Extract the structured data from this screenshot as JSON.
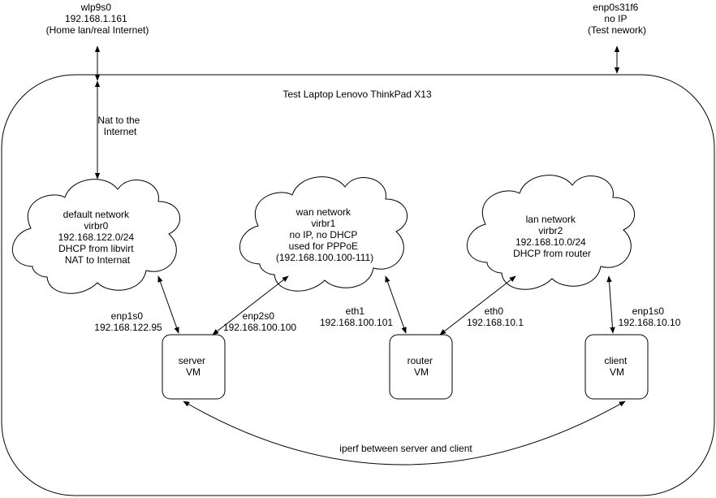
{
  "colors": {
    "stroke": "#000000",
    "fill": "#ffffff",
    "text": "#000000"
  },
  "interfaces_top": {
    "wlp9s0": {
      "lines": [
        "wlp9s0",
        "192.168.1.161",
        "(Home lan/real Internet)"
      ]
    },
    "enp0s31f6": {
      "lines": [
        "enp0s31f6",
        "no IP",
        "(Test nework)"
      ]
    }
  },
  "laptop": {
    "title": "Test Laptop Lenovo ThinkPad X13"
  },
  "nat_label": {
    "lines": [
      "Nat to the",
      "Internet"
    ]
  },
  "clouds": {
    "default": {
      "lines": [
        "default network",
        "virbr0",
        "192.168.122.0/24",
        "DHCP from libvirt",
        "NAT to Internat"
      ]
    },
    "wan": {
      "lines": [
        "wan network",
        "virbr1",
        "no IP, no DHCP",
        "used for PPPoE",
        "(192.168.100.100-111)"
      ]
    },
    "lan": {
      "lines": [
        "lan network",
        "virbr2",
        "192.168.10.0/24",
        "DHCP from router"
      ]
    }
  },
  "vms": {
    "server": {
      "lines": [
        "server",
        "VM"
      ]
    },
    "router": {
      "lines": [
        "router",
        "VM"
      ]
    },
    "client": {
      "lines": [
        "client",
        "VM"
      ]
    }
  },
  "links": {
    "server_enp1s0": {
      "lines": [
        "enp1s0",
        "192.168.122.95"
      ]
    },
    "server_enp2s0": {
      "lines": [
        "enp2s0",
        "192.168.100.100"
      ]
    },
    "router_eth1": {
      "lines": [
        "eth1",
        "192.168.100.101"
      ]
    },
    "router_eth0": {
      "lines": [
        "eth0",
        "192.168.10.1"
      ]
    },
    "client_enp1s0": {
      "lines": [
        "enp1s0",
        "192.168.10.10"
      ]
    }
  },
  "iperf_label": "iperf between server and client"
}
